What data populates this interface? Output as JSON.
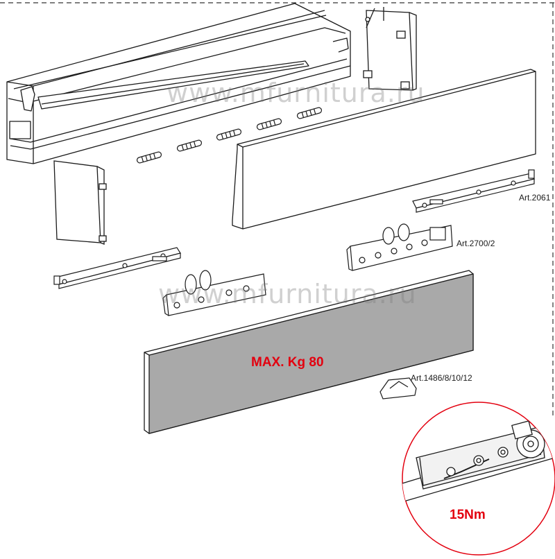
{
  "watermarks": [
    "www.mfurnitura.ru",
    "www.mfurnitura.ru"
  ],
  "labels": {
    "art_2061": "Art.2061",
    "art_2700": "Art.2700/2",
    "art_1486": "Art.1486/8/10/12",
    "max_load": "MAX. Kg 80",
    "torque": "15Nm"
  },
  "colors": {
    "line": "#1a1a1a",
    "accent_red": "#e3000f",
    "panel_gray": "#a9a9a9"
  }
}
